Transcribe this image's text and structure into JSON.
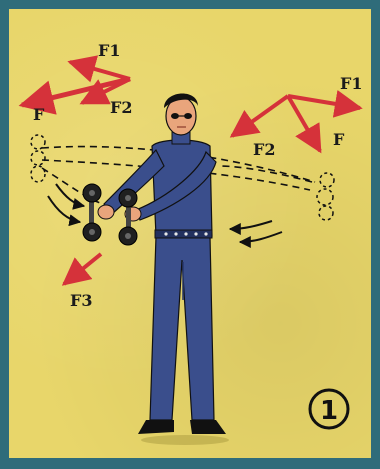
{
  "labels": {
    "f1_left": "F1",
    "f_left": "F",
    "f2_left": "F2",
    "f1_right": "F1",
    "f2_right": "F2",
    "f_right": "F",
    "f3": "F3"
  },
  "figure_number": "1",
  "colors": {
    "frame": "#2f6c7a",
    "background": "#e8d66a",
    "force_arrows": "#d5323a",
    "suit": "#3a4e8c",
    "outline": "#111111"
  },
  "icons": [
    "dumbbell-icon",
    "force-arrow-icon",
    "motion-arrow-icon"
  ]
}
